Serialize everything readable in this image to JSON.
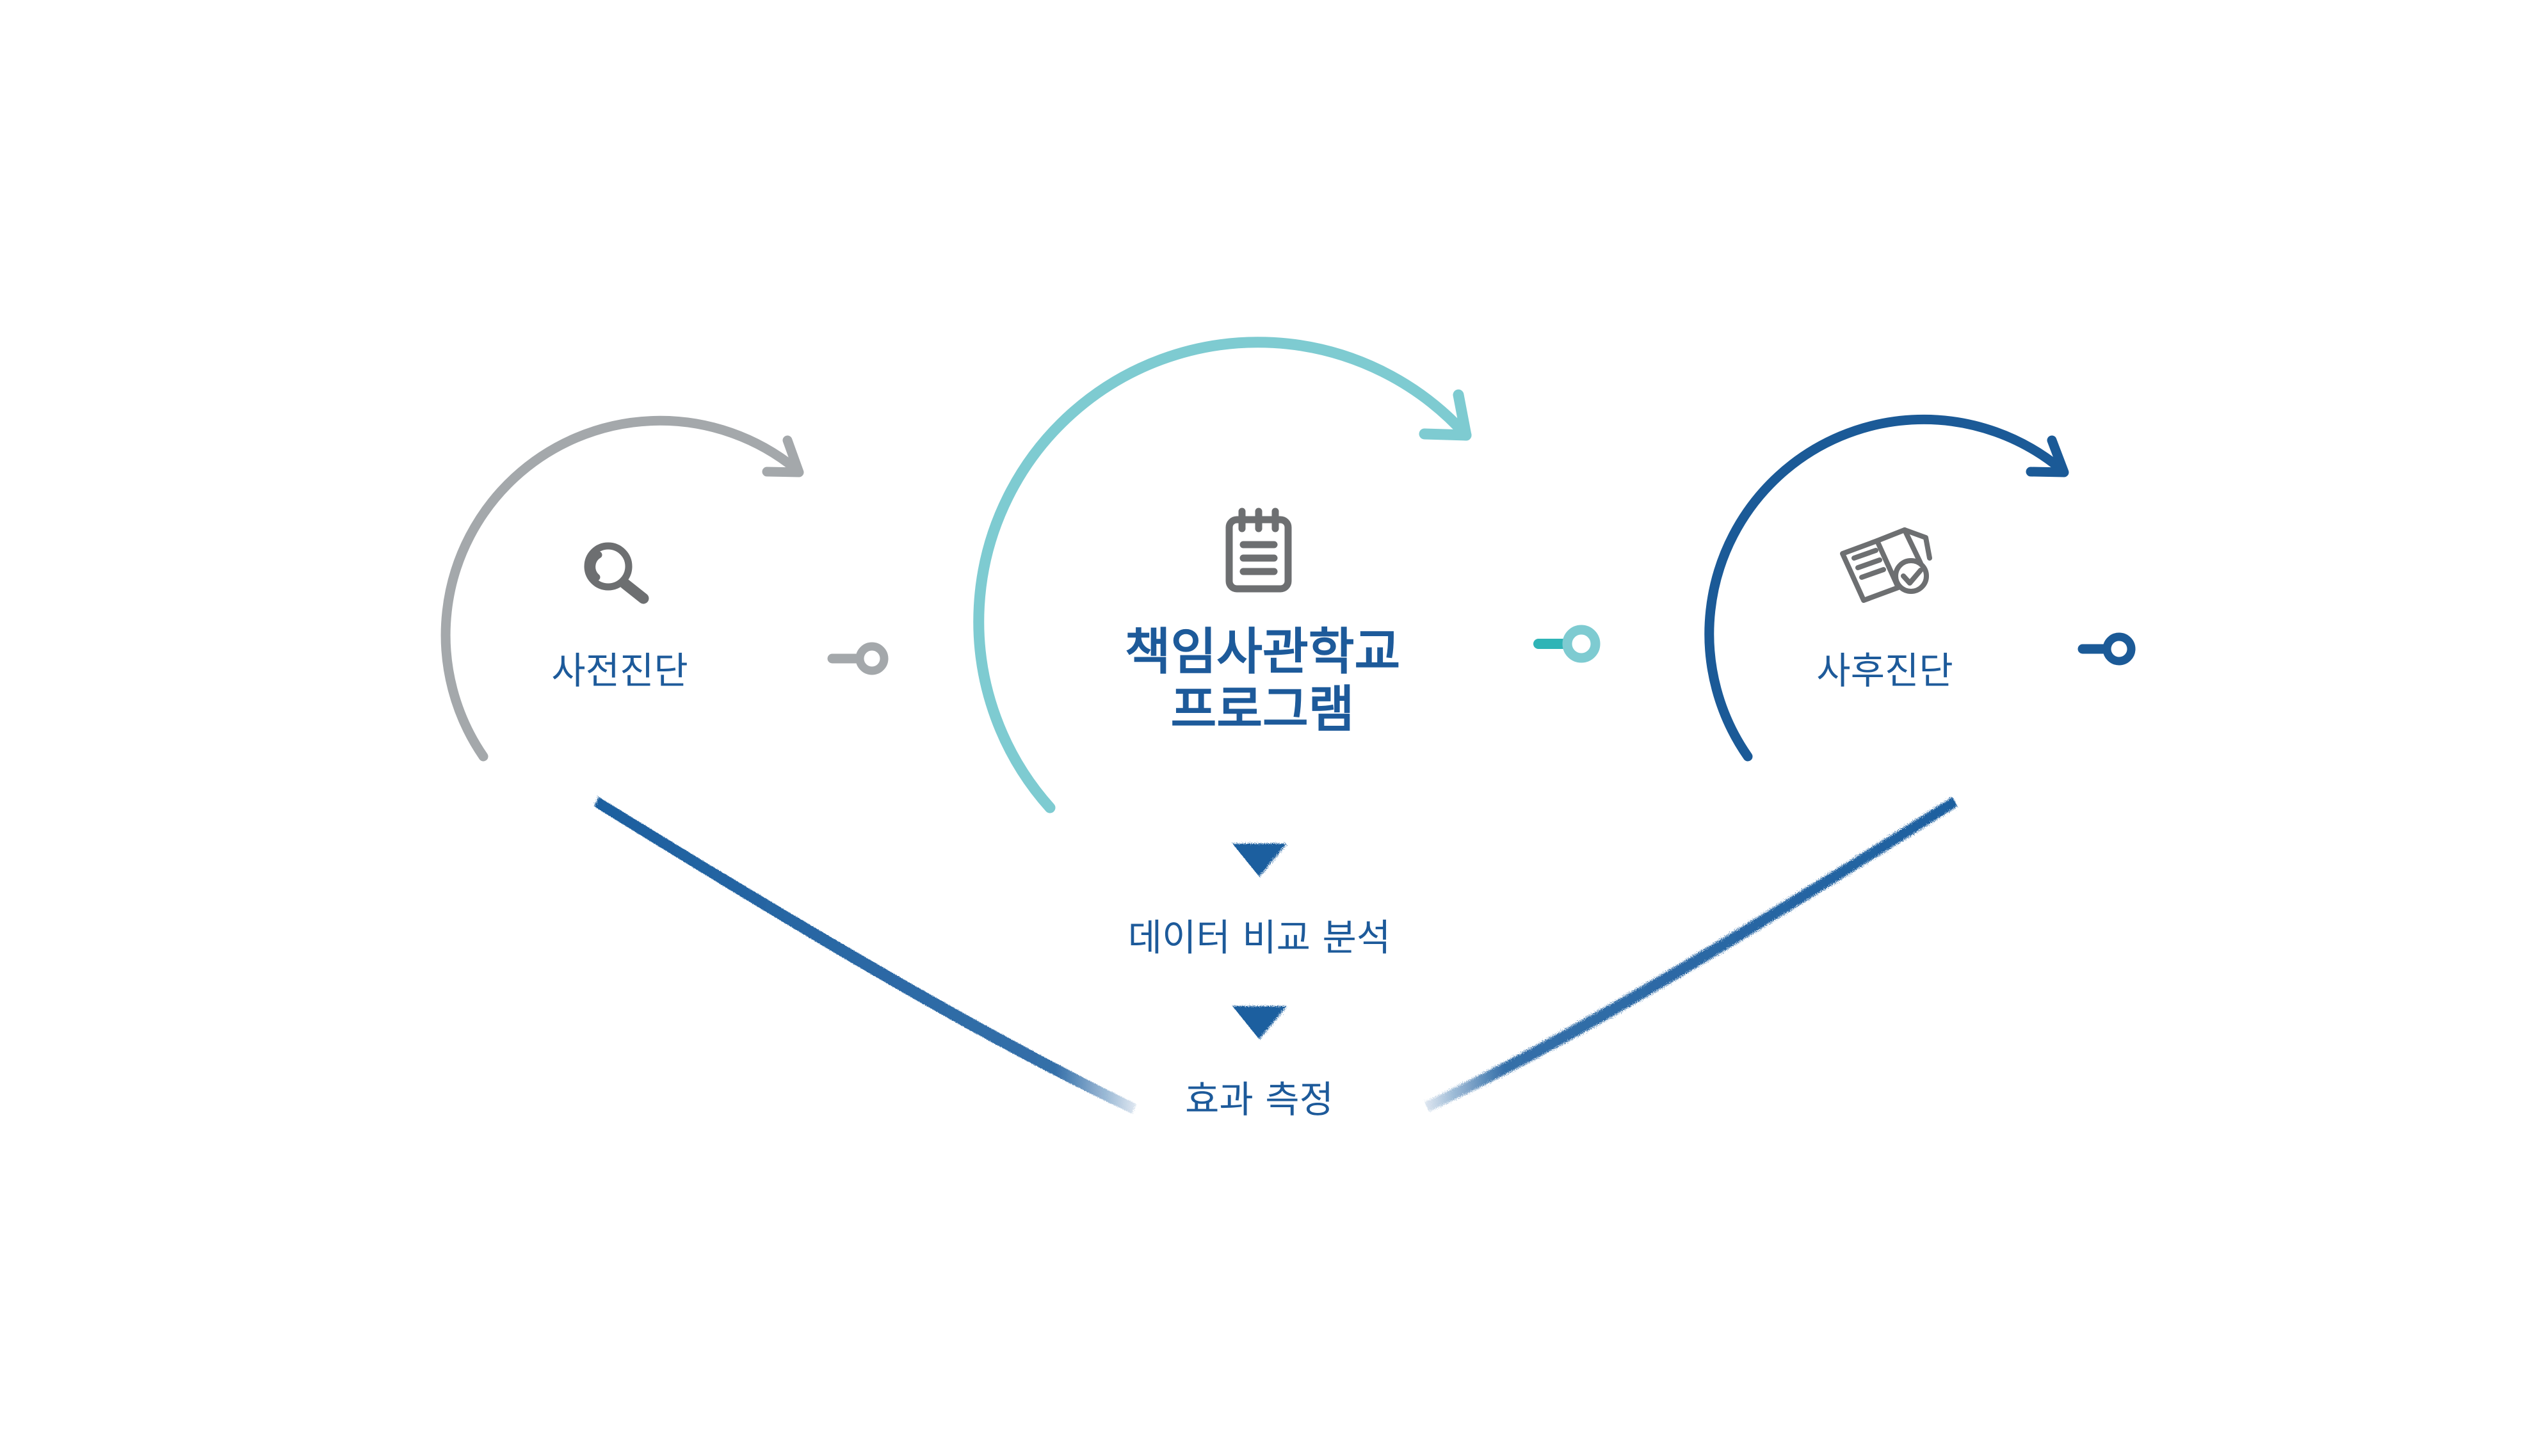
{
  "steps": [
    {
      "label": "사전진단",
      "icon": "magnifier-icon",
      "color": "#a4a8ab"
    },
    {
      "label_line1": "책임사관학교",
      "label_line2": "프로그램",
      "icon": "notepad-icon",
      "color": "#7ecbd1",
      "marker_color": "#2fb4b6"
    },
    {
      "label": "사후진단",
      "icon": "book-check-icon",
      "color": "#1b5a97"
    }
  ],
  "outcomes": [
    {
      "label": "데이터 비교 분석"
    },
    {
      "label": "효과 측정"
    }
  ],
  "colors": {
    "text": "#1d5a9a",
    "icon_gray": "#6d6f71",
    "chalk": "#1d5f9f"
  }
}
